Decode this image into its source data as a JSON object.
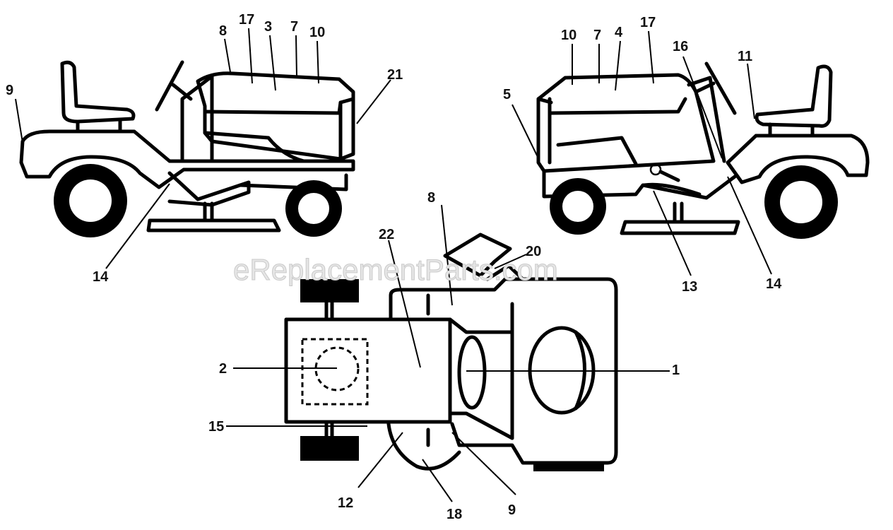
{
  "watermark": "eReplacementParts.com",
  "left_view_labels": {
    "l9": "9",
    "l8": "8",
    "l17": "17",
    "l3": "3",
    "l7": "7",
    "l10": "10",
    "l21": "21",
    "l14": "14"
  },
  "right_view_labels": {
    "l10": "10",
    "l7": "7",
    "l4": "4",
    "l17": "17",
    "l16": "16",
    "l11": "11",
    "l5": "5",
    "l13": "13",
    "l14": "14"
  },
  "top_view_labels": {
    "l8": "8",
    "l20": "20",
    "l22": "22",
    "l2": "2",
    "l1": "1",
    "l15": "15",
    "l12": "12",
    "l18": "18",
    "l9": "9"
  }
}
